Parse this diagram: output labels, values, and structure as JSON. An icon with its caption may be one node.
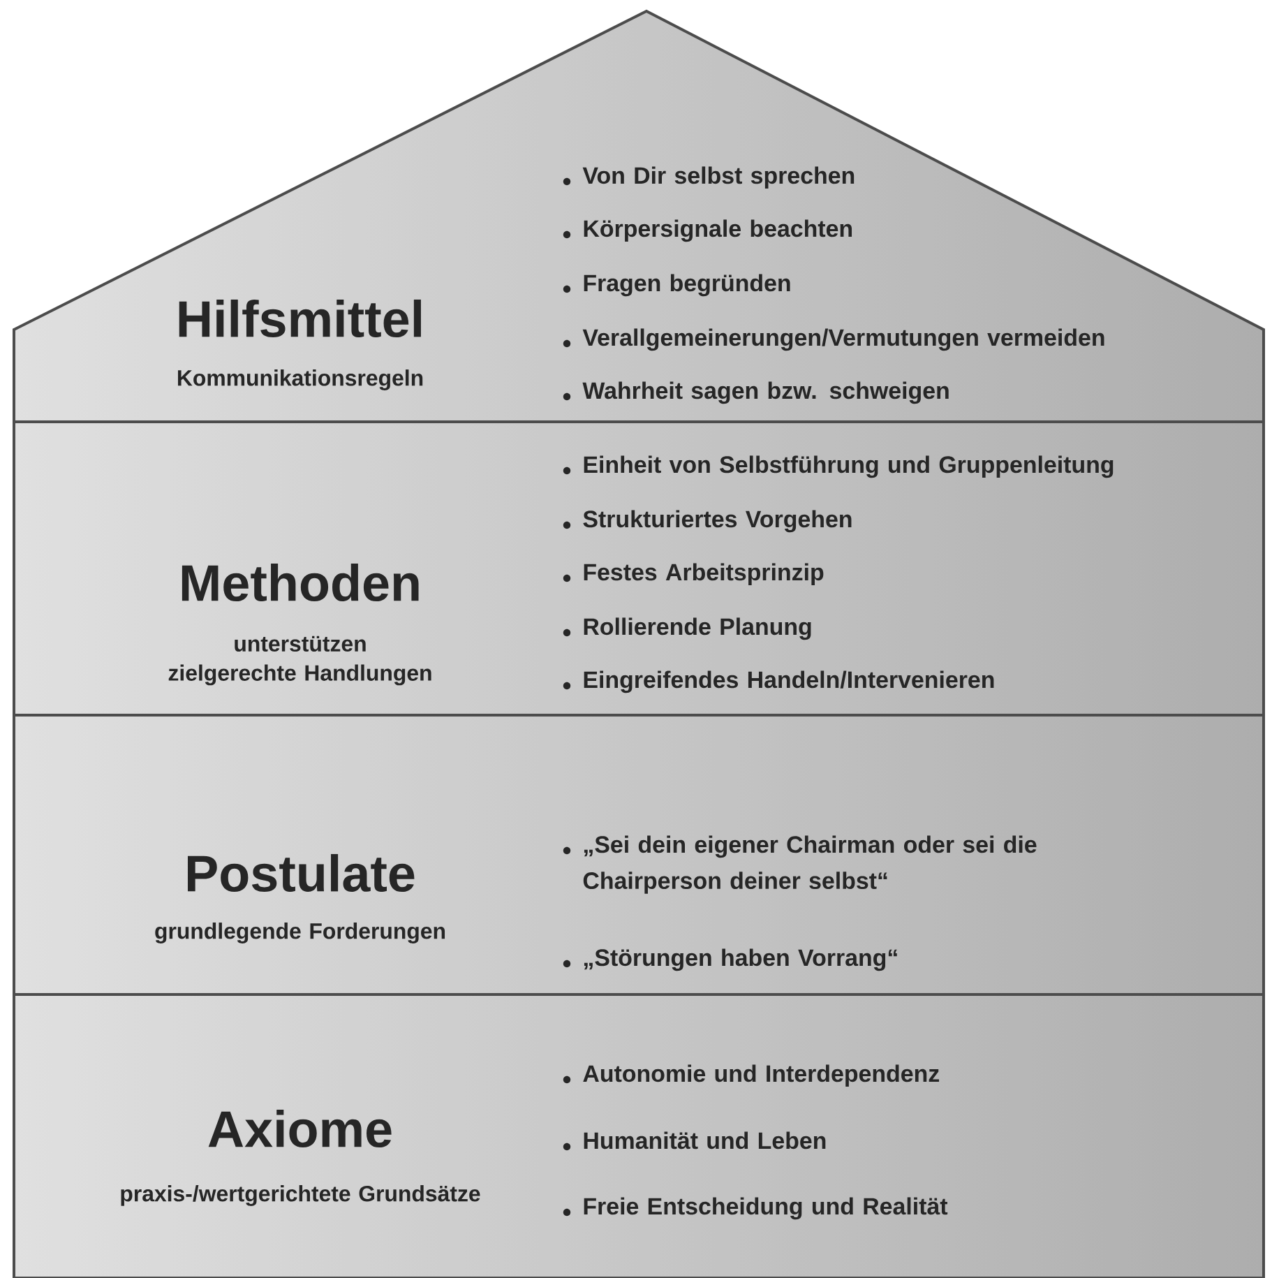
{
  "diagram": {
    "nodes": [
      {
        "text": [
          "Hilfsmittel",
          "Kommunikationsregeln",
          "Von Dir selbst sprechen",
          "Körpersignale beachten",
          "Fragen begründen",
          "Verallgemeinerungen/Vermutungen vermeiden",
          "Wahrheit sagen bzw. schweigen"
        ]
      },
      {
        "text": [
          "Methoden",
          "unterstützen zielgerechte Handlungen",
          "Einheit von Selbstführung und Gruppenleitung",
          "Strukturiertes Vorgehen",
          "Festes Arbeitsprinzip",
          "Rollierende Planung",
          "Eingreifendes Handeln/Intervenieren"
        ]
      },
      {
        "text": [
          "Postulate",
          "grundlegende Forderungen",
          "„Sei dein eigener Chairman oder sei die Chairperson deiner selbst“",
          "„Störungen haben Vorrang“"
        ]
      },
      {
        "text": [
          "Axiome",
          "praxis-/wertgerichtete Grundsätze",
          "Autonomie und Interdependenz",
          "Humanität und Leben",
          "Freie Entscheidung und Realität"
        ]
      }
    ]
  }
}
